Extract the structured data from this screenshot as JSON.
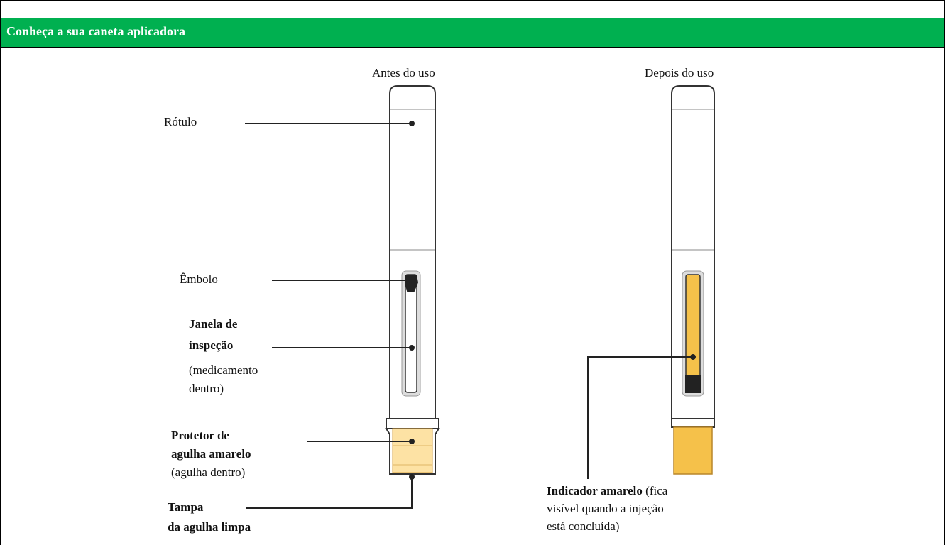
{
  "header": {
    "title": "Conheça a sua caneta aplicadora"
  },
  "before": {
    "title": "Antes do uso",
    "label_rotulo": "Rótulo",
    "label_embolo": "Êmbolo",
    "janela_bold_1": "Janela de",
    "janela_bold_2": "inspeção",
    "janela_note_1": "(medicamento",
    "janela_note_2": "dentro)",
    "protetor_bold_1": "Protetor de",
    "protetor_bold_2": "agulha amarelo",
    "protetor_note": "(agulha dentro)",
    "tampa_bold_1": "Tampa",
    "tampa_bold_2": "da agulha limpa"
  },
  "after": {
    "title": "Depois do uso",
    "indicador_bold": "Indicador amarelo",
    "indicador_note_1": " (fica",
    "indicador_note_2": "visível quando a injeção",
    "indicador_note_3": "está concluída)"
  },
  "colors": {
    "header_green": "#00b050",
    "yellow_light": "#fde2a4",
    "yellow": "#f5c14a",
    "outline": "#333333"
  }
}
